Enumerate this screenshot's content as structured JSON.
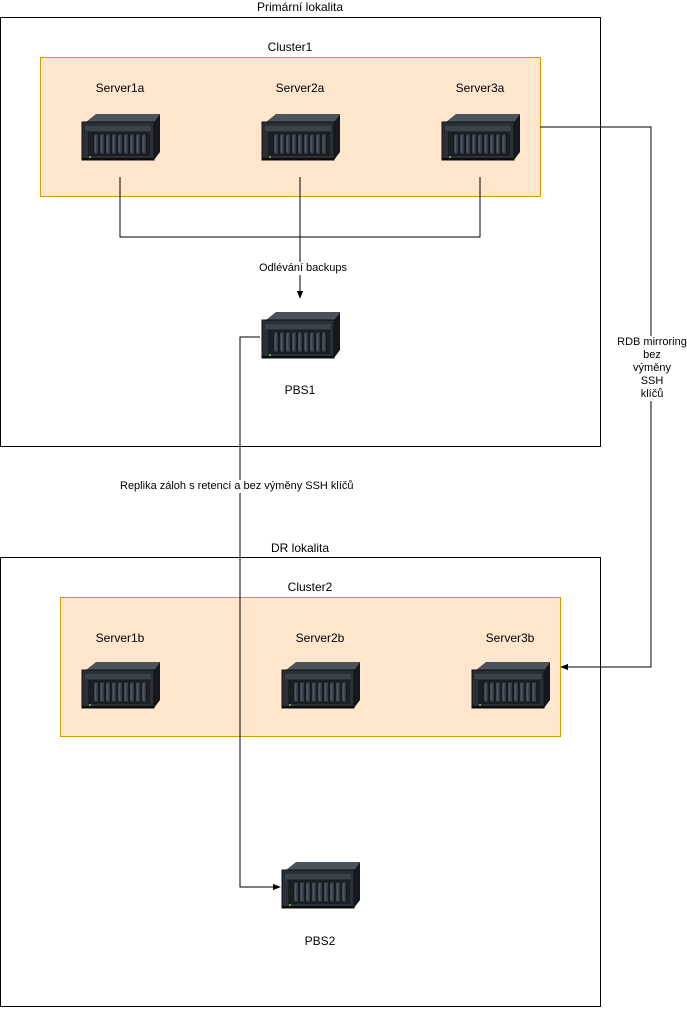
{
  "colors": {
    "cluster_fill": "#ffe6cc",
    "cluster_border": "#d79b00",
    "site_border": "#000000",
    "server_body": "#2a2f35",
    "server_face": "#1a1f24"
  },
  "primary_site": {
    "title": "Primární lokalita",
    "cluster": {
      "title": "Cluster1",
      "servers": [
        "Server1a",
        "Server2a",
        "Server3a"
      ]
    },
    "backup_label": "Odlévání backups",
    "pbs": "PBS1"
  },
  "dr_site": {
    "title": "DR lokalita",
    "cluster": {
      "title": "Cluster2",
      "servers": [
        "Server1b",
        "Server2b",
        "Server3b"
      ]
    },
    "pbs": "PBS2"
  },
  "edges": {
    "replica_label": "Replika záloh s retencí a  bez výměny SSH klíčů",
    "rdb_label_lines": [
      "RDB mirroring",
      "bez",
      "výměny",
      "SSH",
      "klíčů"
    ]
  },
  "icons": {
    "server": "server-rack-icon"
  }
}
